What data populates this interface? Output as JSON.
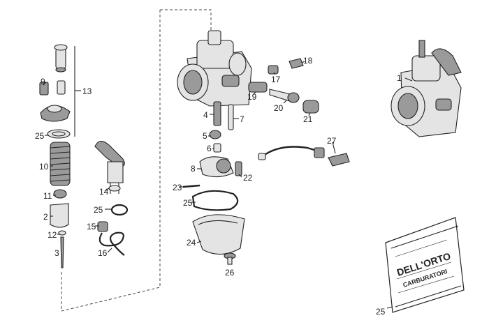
{
  "callouts": {
    "c1": "1",
    "c2": "2",
    "c3": "3",
    "c4": "4",
    "c5": "5",
    "c6": "6",
    "c7": "7",
    "c8": "8",
    "c9": "9",
    "c10": "10",
    "c11": "11",
    "c12": "12",
    "c13": "13",
    "c14": "14",
    "c15": "15",
    "c16": "16",
    "c17": "17",
    "c18": "18",
    "c19": "19",
    "c20": "20",
    "c21": "21",
    "c22": "22",
    "c23": "23",
    "c24": "24",
    "c25a": "25",
    "c25b": "25",
    "c25c": "25",
    "c25d": "25",
    "c26": "26",
    "c27": "27"
  },
  "bag": {
    "brand": "DELL'ORTO",
    "subtitle": "CARBURATORI"
  }
}
